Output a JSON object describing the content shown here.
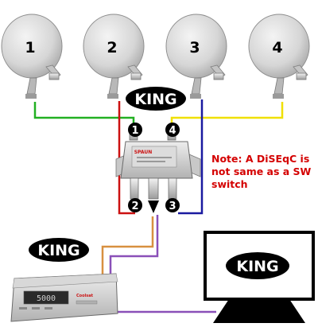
{
  "dishes": [
    {
      "number": "1"
    },
    {
      "number": "2"
    },
    {
      "number": "3"
    },
    {
      "number": "4"
    }
  ],
  "switch_ports": [
    "1",
    "2",
    "3",
    "4"
  ],
  "switch_brand": "SPAUN",
  "logos": [
    "KING",
    "KING",
    "KING"
  ],
  "receiver": {
    "display": "5000",
    "brand": "Coolsat"
  },
  "note": "Note: A DiSEqC is not same as a SW switch",
  "colors": {
    "cable_green": "#22b022",
    "cable_red": "#cc1111",
    "cable_yellow": "#f0e000",
    "cable_blue": "#1a1aa0",
    "cable_orange": "#d89040",
    "cable_purple": "#8a50b8",
    "note_red": "#d40000"
  }
}
